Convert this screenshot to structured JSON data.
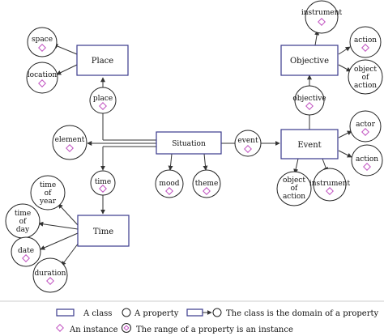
{
  "classes": {
    "place": "Place",
    "objective": "Objective",
    "situation": "Situation",
    "event": "Event",
    "time": "Time"
  },
  "properties": {
    "space": "space",
    "location": "location",
    "instrument_top": "instrument",
    "action_top": "action",
    "object_of_action_top": [
      "object",
      "of",
      "action"
    ],
    "place": "place",
    "objective": "objective",
    "element": "element",
    "event": "event",
    "actor": "actor",
    "action_right": "action",
    "time": "time",
    "mood": "mood",
    "theme": "theme",
    "object_of_action_bottom": [
      "object",
      "of",
      "action"
    ],
    "instrument_bottom": "instrument",
    "time_of_year": [
      "time",
      "of",
      "year"
    ],
    "time_of_day": [
      "time",
      "of",
      "day"
    ],
    "date": "date",
    "duration": "duration"
  },
  "legend": {
    "class": "A class",
    "property": "A property",
    "domain": "The class is the domain of a property",
    "instance": "An instance",
    "range": "The range of a property is an instance"
  },
  "colors": {
    "class_border": "#3a3a8c",
    "instance_diamond": "#c050c0"
  }
}
